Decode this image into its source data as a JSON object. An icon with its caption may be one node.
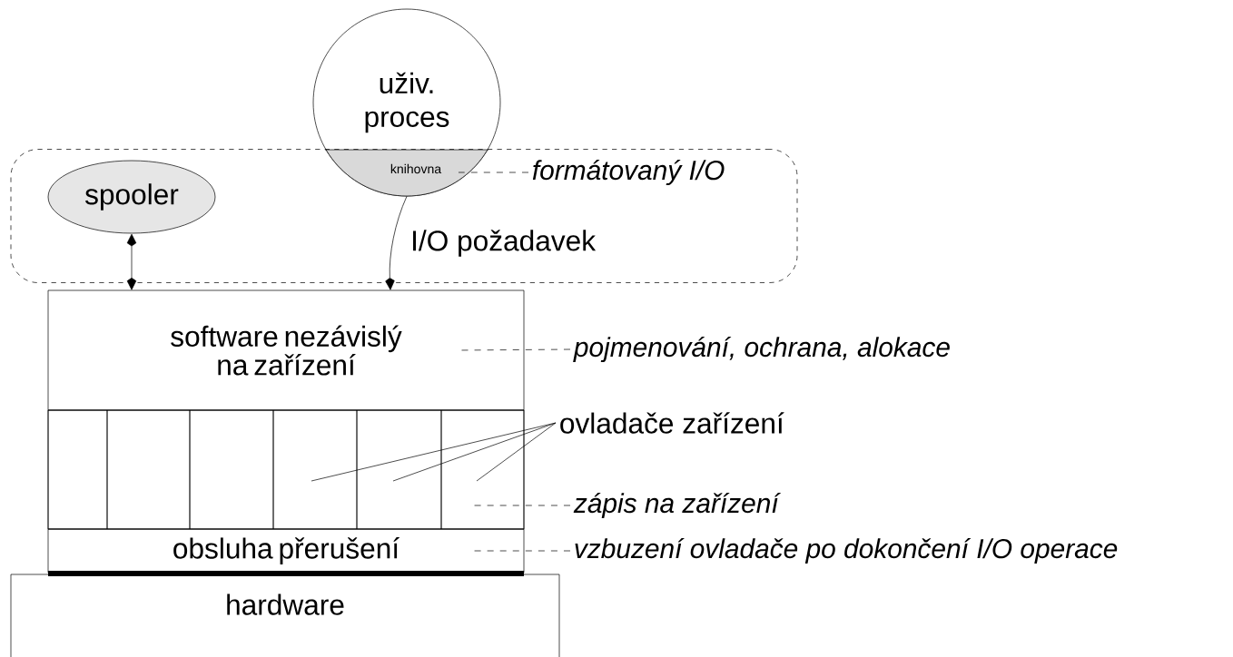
{
  "diagram": {
    "nodes": [
      {
        "text": [],
        "shape": "box"
      },
      {
        "text": [
          "spooler"
        ],
        "in": 0
      },
      {
        "text": [
          "uživ. proces"
        ]
      },
      {
        "text": [
          "knihovna"
        ]
      },
      {
        "text": [
          "software nezávislý na zařízení"
        ]
      },
      {
        "text": [],
        "shape": "box"
      },
      {
        "text": [],
        "shape": "box",
        "in": 5
      },
      {
        "text": [],
        "shape": "box",
        "in": 5
      },
      {
        "text": [],
        "shape": "box",
        "in": 5
      },
      {
        "text": [],
        "shape": "box",
        "in": 5
      },
      {
        "text": [],
        "shape": "box",
        "in": 5
      },
      {
        "text": [],
        "shape": "box",
        "in": 5
      },
      {
        "text": [
          "obsluha přerušení"
        ]
      },
      {
        "text": [
          "hardware"
        ]
      },
      {
        "text": [
          "formátovaný  I/O"
        ],
        "in": 0
      },
      {
        "text": [
          "pojmenování, ochrana, alokace"
        ]
      },
      {
        "text": [
          "ovladače zařízení"
        ]
      },
      {
        "text": [
          "zápis na zařízení"
        ]
      },
      {
        "text": [
          "vzbuzení ovladače po dokončení I/O operace"
        ]
      }
    ],
    "edges": [
      {
        "from": 1,
        "to": 4,
        "arrow": "both"
      },
      {
        "from": 2,
        "to": 4,
        "arrow": "to",
        "label": "I/O požadavek"
      },
      {
        "from": 14,
        "to": 3,
        "arrow": "none",
        "style": "dashed"
      },
      {
        "from": 15,
        "to": 4,
        "arrow": "none",
        "style": "dashed"
      },
      {
        "from": 16,
        "to": 9,
        "arrow": "none"
      },
      {
        "from": 16,
        "to": 10,
        "arrow": "none"
      },
      {
        "from": 16,
        "to": 11,
        "arrow": "none"
      },
      {
        "from": 17,
        "to": 11,
        "arrow": "none",
        "style": "dashed"
      },
      {
        "from": 18,
        "to": 12,
        "arrow": "none",
        "style": "dashed"
      }
    ]
  }
}
